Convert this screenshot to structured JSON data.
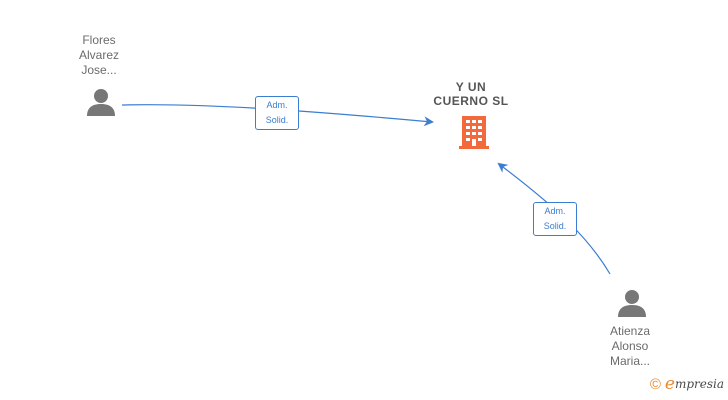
{
  "company": {
    "name_lines": [
      "Y UN",
      "CUERNO  SL"
    ],
    "icon": "building-icon",
    "color": "#f26a3b"
  },
  "persons": [
    {
      "name_lines": [
        "Flores",
        "Alvarez",
        "Jose..."
      ],
      "icon": "person-icon"
    },
    {
      "name_lines": [
        "Atienza",
        "Alonso",
        "Maria..."
      ],
      "icon": "person-icon"
    }
  ],
  "relations": [
    {
      "from": "person-0",
      "to": "company",
      "label_lines": [
        "Adm.",
        "Solid."
      ]
    },
    {
      "from": "person-1",
      "to": "company",
      "label_lines": [
        "Adm.",
        "Solid."
      ]
    }
  ],
  "colors": {
    "link": "#3a7dd1",
    "person": "#777777",
    "brand_accent": "#e88a2e"
  },
  "brand": {
    "copyright": "©",
    "initial": "e",
    "rest": "mpresia"
  }
}
